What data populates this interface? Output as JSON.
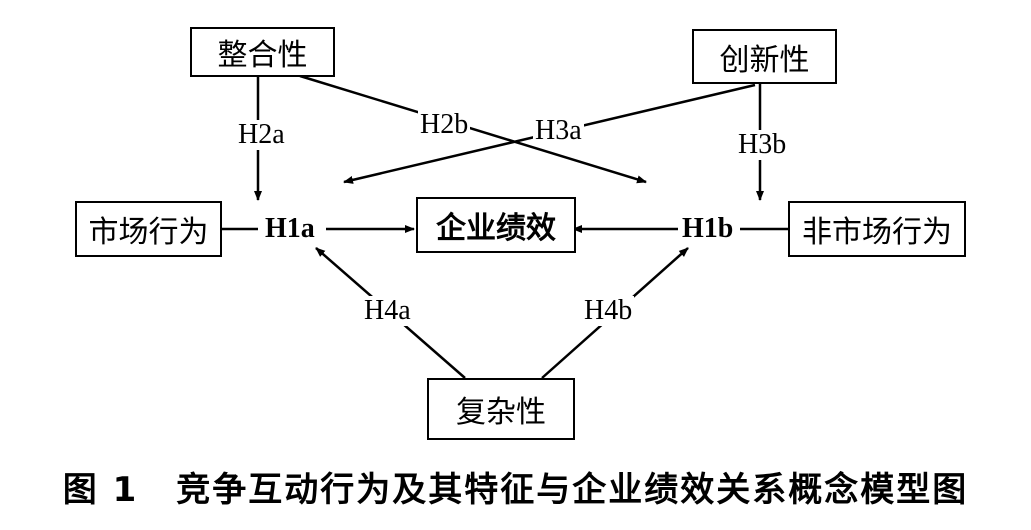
{
  "nodes": {
    "integration": "整合性",
    "innovation": "创新性",
    "market_behavior": "市场行为",
    "firm_performance": "企业绩效",
    "nonmarket_behavior": "非市场行为",
    "complexity": "复杂性"
  },
  "hypotheses": {
    "h1a": "H1a",
    "h1b": "H1b",
    "h2a": "H2a",
    "h2b": "H2b",
    "h3a": "H3a",
    "h3b": "H3b",
    "h4a": "H4a",
    "h4b": "H4b"
  },
  "caption": {
    "number": "图 1",
    "title": "竞争互动行为及其特征与企业绩效关系概念模型图"
  }
}
